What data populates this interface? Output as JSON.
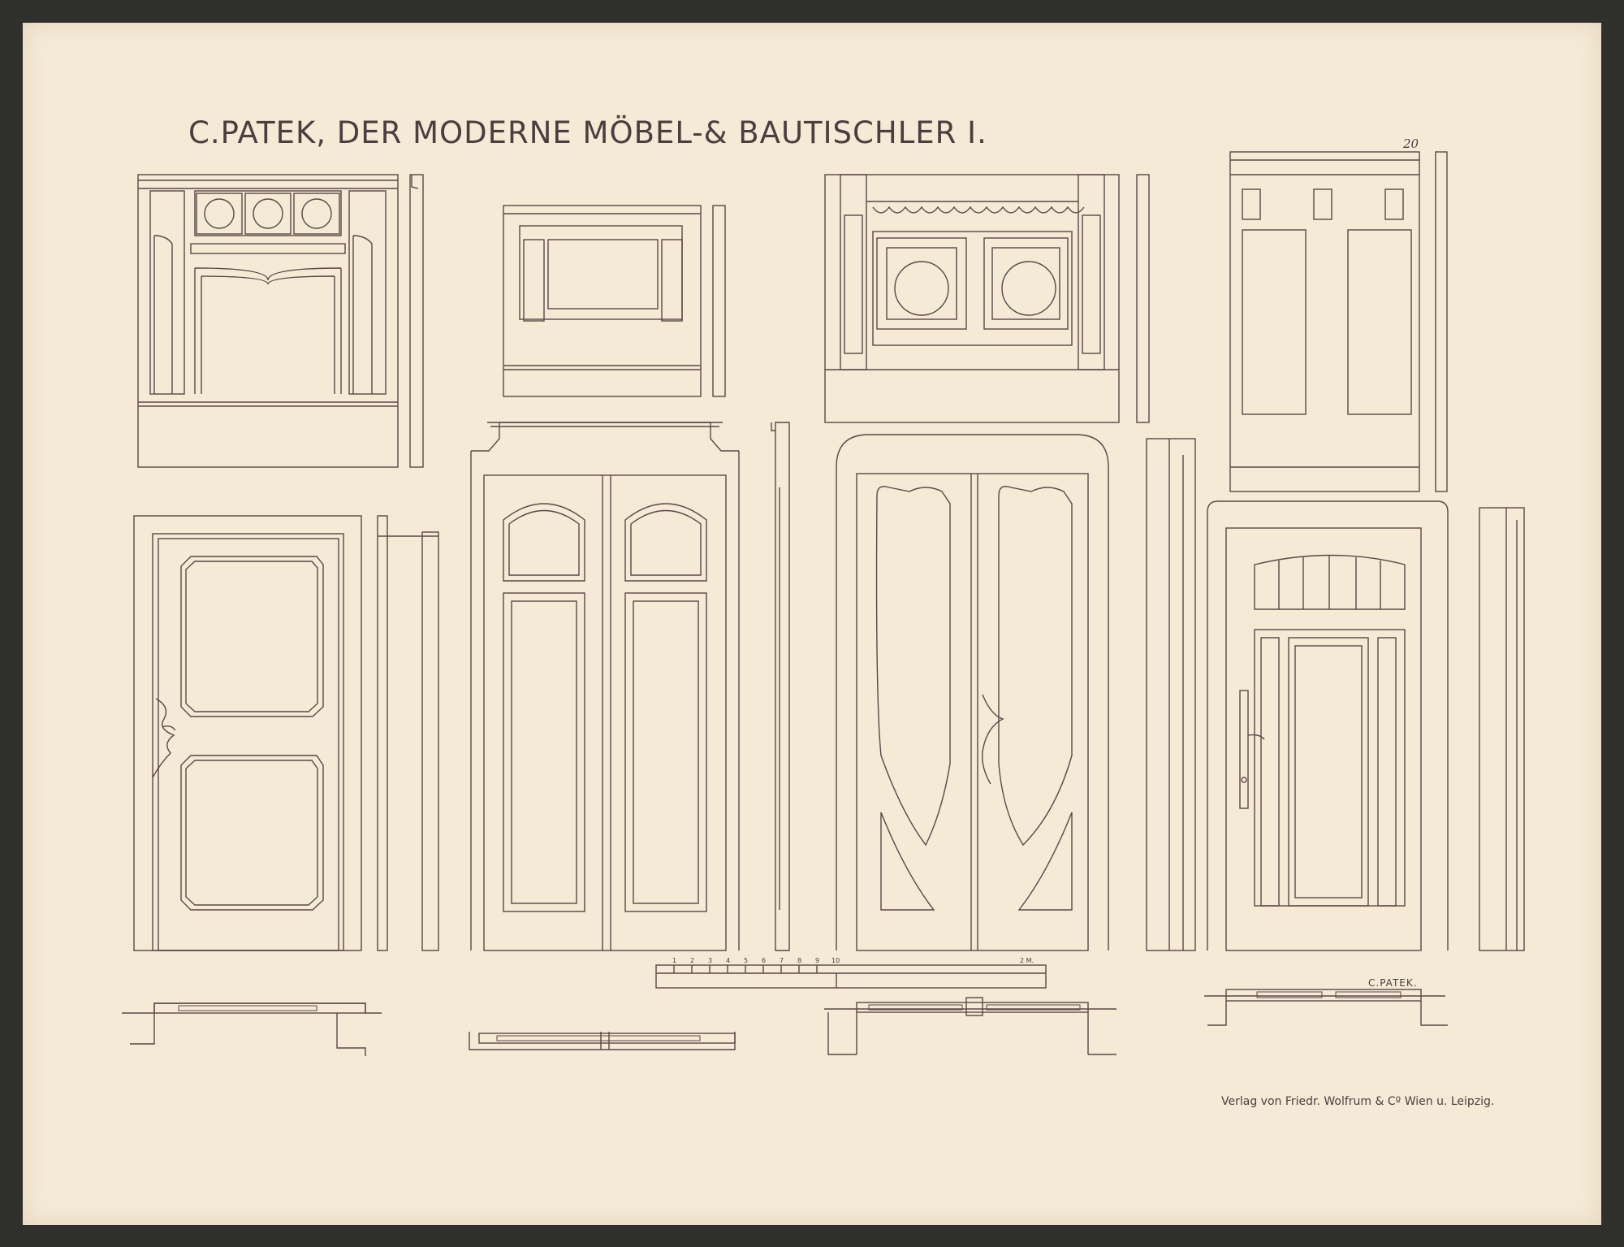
{
  "plate": {
    "title": "C.PATEK, DER MODERNE MÖBEL-& BAUTISCHLER I.",
    "number": "20",
    "signature": "C.PATEK.",
    "publisher": "Verlag von Friedr. Wolfrum & Cº Wien u. Leipzig.",
    "scale_labels": [
      "1",
      "2",
      "3",
      "4",
      "5",
      "6",
      "7",
      "8",
      "9",
      "10",
      "2 M."
    ]
  },
  "colors": {
    "paper": "#f4ead6",
    "ink": "#5a4848",
    "border": "#2f2f2b"
  }
}
